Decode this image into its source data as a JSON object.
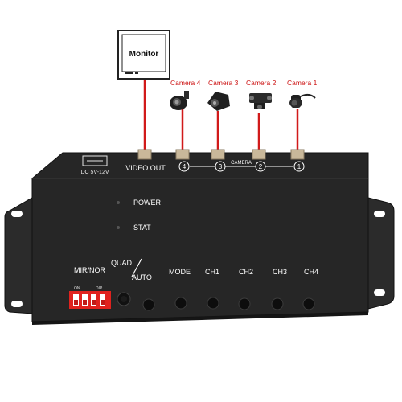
{
  "monitor": {
    "label": "Monitor"
  },
  "cameras": [
    {
      "label": "Camera 4"
    },
    {
      "label": "Camera 3"
    },
    {
      "label": "Camera 2"
    },
    {
      "label": "Camera 1"
    }
  ],
  "device": {
    "power_label": "DC 5V-12V",
    "video_out_label": "VIDEO OUT",
    "camera_label": "CAMERA",
    "port_numbers": [
      "4",
      "3",
      "2",
      "1"
    ],
    "power_led_label": "POWER",
    "stat_led_label": "STAT",
    "mir_nor_label": "MIR/NOR",
    "quad_label": "QUAD",
    "auto_label": "AUTO",
    "buttons": [
      {
        "label": "MODE"
      },
      {
        "label": "CH1"
      },
      {
        "label": "CH2"
      },
      {
        "label": "CH3"
      },
      {
        "label": "CH4"
      }
    ],
    "dip_labels": [
      "ON",
      "DIP"
    ]
  },
  "colors": {
    "device_body": "#2b2b2b",
    "cable": "#d11a1a",
    "camera_label": "#cc1111",
    "dip_switch": "#e0221e"
  }
}
